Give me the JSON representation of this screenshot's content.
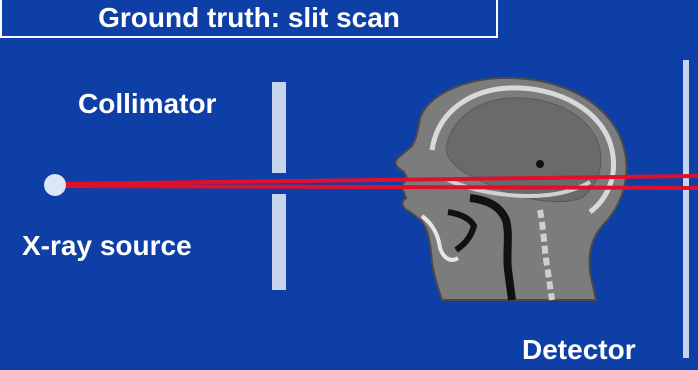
{
  "title": "Ground truth: slit scan",
  "labels": {
    "collimator": "Collimator",
    "source": "X-ray source",
    "detector": "Detector"
  },
  "colors": {
    "background": "#0d3fa6",
    "beam": "#e0102a",
    "collimator": "#c9d4ee",
    "source": "#dde6f5"
  }
}
